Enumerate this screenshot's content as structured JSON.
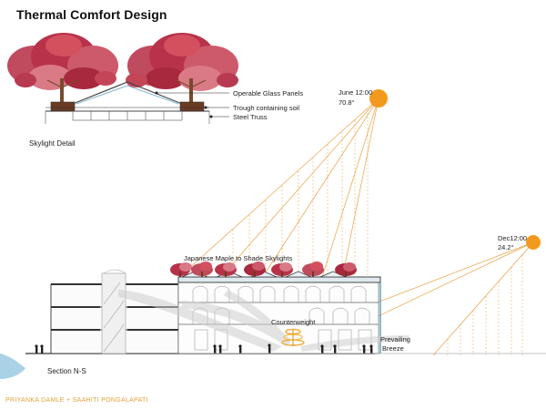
{
  "title": "Thermal Comfort Design",
  "skylight_detail": {
    "label": "Skylight Detail",
    "callouts": [
      "Operable Glass Panels",
      "Trough containing soil",
      "Steel Truss"
    ]
  },
  "section": {
    "label": "Section N-S",
    "annotations": {
      "maples": "Japanese Maple to Shade Skylights",
      "counterweight": "Counterweight",
      "breeze_line1": "Prevailing",
      "breeze_line2": "Breeze"
    }
  },
  "sun_june": {
    "line1": "June 12:00",
    "line2": "70.8°"
  },
  "sun_dec": {
    "line1": "Dec12:00",
    "line2": "24.2°"
  },
  "credit": "PRIYANKA DAMLE + SAAHITI PONGALAPATI",
  "colors": {
    "sun": "#f39a1e",
    "sun_ray": "#e9a040",
    "maple_red": "#b8324a",
    "maple_pink": "#d97a86",
    "water": "#a9d2e6",
    "credit": "#e3a33a"
  }
}
